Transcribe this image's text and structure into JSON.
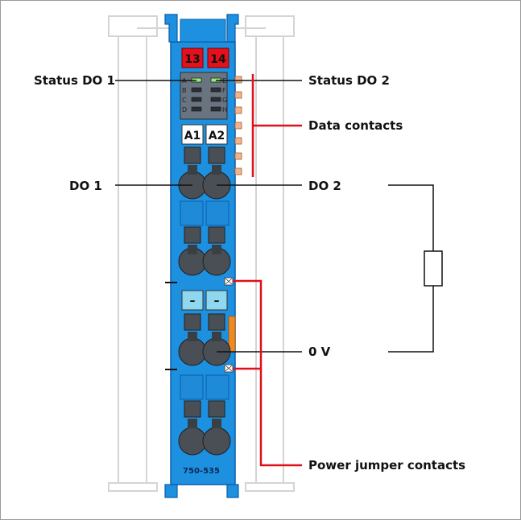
{
  "labels": {
    "status_do1": "Status DO 1",
    "status_do2": "Status DO 2",
    "data_contacts": "Data contacts",
    "do1": "DO 1",
    "do2": "DO 2",
    "zero_v": "0 V",
    "power_jumper": "Power jumper contacts"
  },
  "module": {
    "terminal_top_left": "13",
    "terminal_top_right": "14",
    "channel_left": "A1",
    "channel_right": "A2",
    "minus_left": "–",
    "minus_right": "–",
    "model": "750-535",
    "led_left_letters": [
      "A",
      "B",
      "C",
      "D"
    ],
    "led_right_letters": [
      "E",
      "F",
      "G",
      "H"
    ]
  },
  "colors": {
    "module_blue": "#1e90e0",
    "callout_red": "#e0101a",
    "terminal_red": "#e4101a",
    "led_green": "#8ef07a",
    "contact_orange": "#f2b48a",
    "jumper_orange": "#f08a20",
    "ghost_grey": "#d0d0d0"
  }
}
